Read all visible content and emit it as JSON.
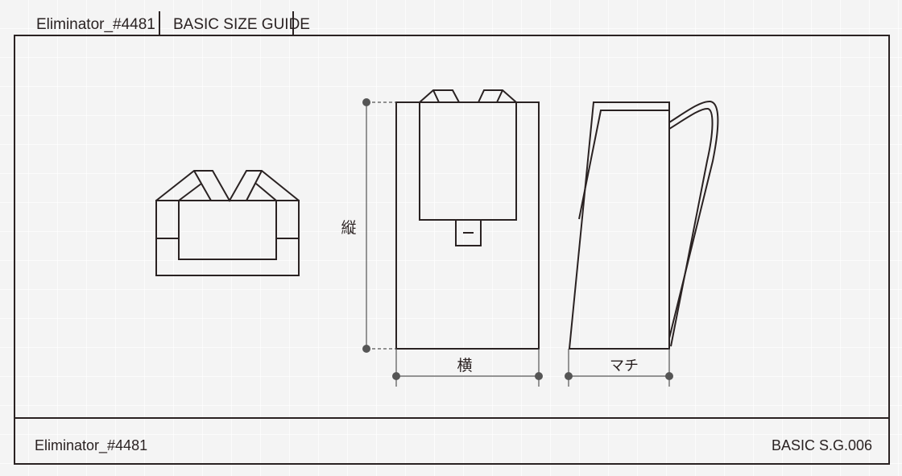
{
  "header": {
    "product": "Eliminator_#4481",
    "title": "BASIC SIZE GUIDE"
  },
  "footer": {
    "product": "Eliminator_#4481",
    "code": "BASIC S.G.006"
  },
  "dimensions": {
    "height_label": "縦",
    "width_label": "横",
    "depth_label": "マチ"
  },
  "colors": {
    "line": "#2a2222",
    "background": "#f4f4f4",
    "grid": "#ffffff"
  }
}
